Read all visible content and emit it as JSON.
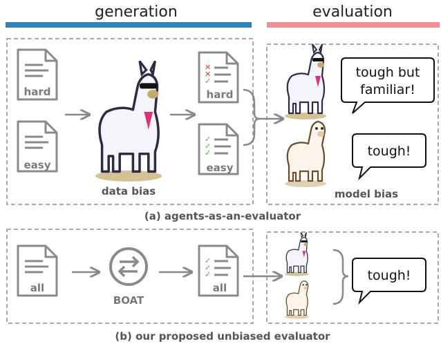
{
  "headers": {
    "generation": "generation",
    "evaluation": "evaluation"
  },
  "colors": {
    "generation_bar": "#2f86b5",
    "evaluation_bar": "#ef8f93",
    "doc_stroke": "#8a8a8a",
    "check": "#4caf50",
    "cross": "#e53935",
    "dash": "#8c8c8c"
  },
  "panel_a": {
    "docs_in": [
      "hard",
      "easy"
    ],
    "center_label": "data bias",
    "docs_out": [
      "hard",
      "easy"
    ],
    "bubble_top": [
      "tough but",
      "familiar!"
    ],
    "bubble_bottom": "tough!",
    "eval_label": "model bias",
    "caption": "(a) agents-as-an-evaluator"
  },
  "panel_b": {
    "doc_in": "all",
    "center_label": "BOAT",
    "doc_out": "all",
    "bubble": "tough!",
    "caption": "(b) our proposed unbiased evaluator"
  }
}
